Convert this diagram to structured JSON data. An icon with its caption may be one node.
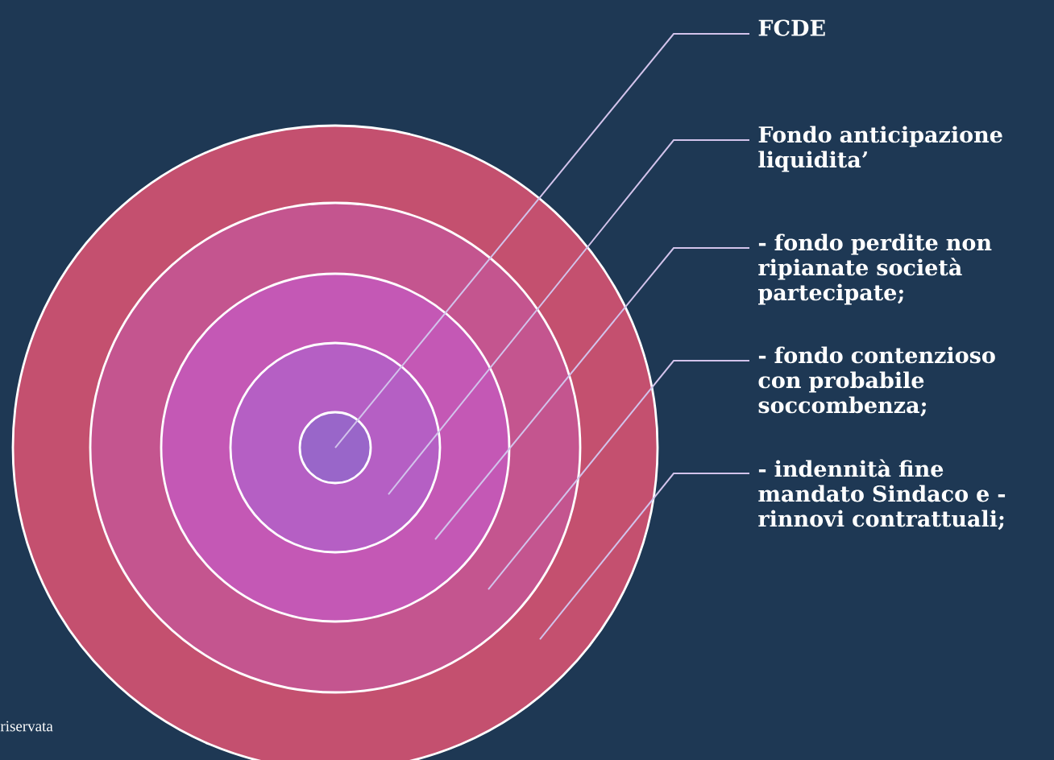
{
  "diagram": {
    "nodes": [
      {
        "text": [],
        "shape": "circle"
      },
      {
        "text": [],
        "shape": "circle",
        "in": 0
      },
      {
        "text": [],
        "shape": "circle",
        "in": 1
      },
      {
        "text": [],
        "shape": "circle",
        "in": 2
      },
      {
        "text": [],
        "shape": "circle",
        "in": 3
      },
      {
        "text": [
          "FCDE"
        ]
      },
      {
        "text": [
          "Fondo anticipazione liquidita’"
        ]
      },
      {
        "text": [
          "- fondo perdite non ripianate società partecipate;"
        ]
      },
      {
        "text": [
          "- fondo contenzioso con probabile soccombenza;"
        ]
      },
      {
        "text": [
          "- indennità fine mandato Sindaco e - rinnovi contrattuali;"
        ]
      }
    ],
    "edges": [
      {
        "from": 5,
        "to": 4,
        "arrow": "none"
      },
      {
        "from": 6,
        "to": 3,
        "arrow": "none"
      },
      {
        "from": 7,
        "to": 2,
        "arrow": "none"
      },
      {
        "from": 8,
        "to": 1,
        "arrow": "none"
      },
      {
        "from": 9,
        "to": 0,
        "arrow": "none"
      }
    ],
    "labels": [
      "riservata"
    ]
  }
}
